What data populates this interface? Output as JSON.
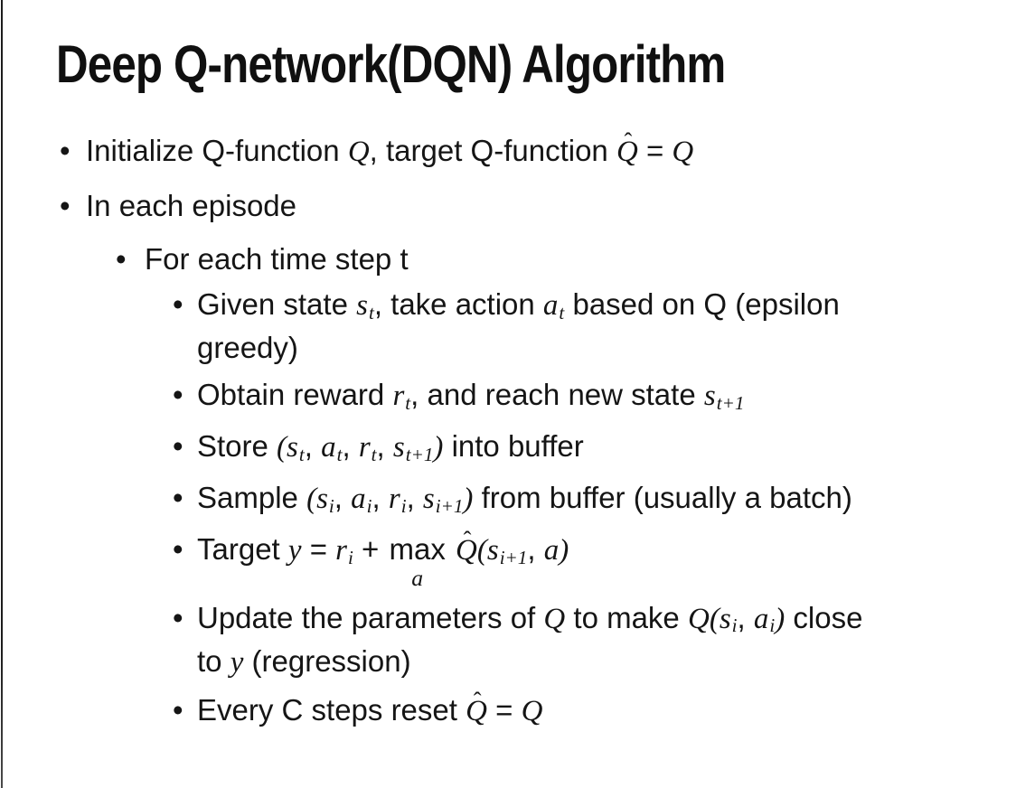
{
  "colors": {
    "background": "#ffffff",
    "text": "#151515",
    "edge_line": "#1c1c1c"
  },
  "slide": {
    "title": "Deep Q-network(DQN) Algorithm",
    "bullet_glyph": "•",
    "hat_glyph": "ˆ",
    "bullets": [
      {
        "level": 1,
        "segments": [
          {
            "k": "t",
            "v": "Initialize Q-function "
          },
          {
            "k": "m",
            "v": "Q"
          },
          {
            "k": "t",
            "v": ", target Q-function "
          },
          {
            "k": "hat",
            "v": "Q"
          },
          {
            "k": "t",
            "v": " = "
          },
          {
            "k": "m",
            "v": "Q"
          }
        ]
      },
      {
        "level": 1,
        "segments": [
          {
            "k": "t",
            "v": "In each episode"
          }
        ]
      },
      {
        "level": 2,
        "segments": [
          {
            "k": "t",
            "v": "For each time step t"
          }
        ]
      },
      {
        "level": 3,
        "segments": [
          {
            "k": "t",
            "v": "Given state "
          },
          {
            "k": "ms",
            "v": "s",
            "s": "t"
          },
          {
            "k": "t",
            "v": ", take action "
          },
          {
            "k": "ms",
            "v": "a",
            "s": "t"
          },
          {
            "k": "t",
            "v": " based on Q (epsilon"
          },
          {
            "k": "br"
          },
          {
            "k": "t",
            "v": "greedy)"
          }
        ]
      },
      {
        "level": 3,
        "segments": [
          {
            "k": "t",
            "v": "Obtain reward "
          },
          {
            "k": "ms",
            "v": "r",
            "s": "t"
          },
          {
            "k": "t",
            "v": ", and reach new state "
          },
          {
            "k": "ms",
            "v": "s",
            "s": "t+1"
          }
        ]
      },
      {
        "level": 3,
        "segments": [
          {
            "k": "t",
            "v": "Store "
          },
          {
            "k": "m",
            "v": "("
          },
          {
            "k": "ms",
            "v": "s",
            "s": "t"
          },
          {
            "k": "t",
            "v": ", "
          },
          {
            "k": "ms",
            "v": "a",
            "s": "t"
          },
          {
            "k": "t",
            "v": ", "
          },
          {
            "k": "ms",
            "v": "r",
            "s": "t"
          },
          {
            "k": "t",
            "v": ", "
          },
          {
            "k": "ms",
            "v": "s",
            "s": "t+1"
          },
          {
            "k": "m",
            "v": ")"
          },
          {
            "k": "t",
            "v": " into buffer"
          }
        ]
      },
      {
        "level": 3,
        "segments": [
          {
            "k": "t",
            "v": "Sample "
          },
          {
            "k": "m",
            "v": "("
          },
          {
            "k": "ms",
            "v": "s",
            "s": "i"
          },
          {
            "k": "t",
            "v": ", "
          },
          {
            "k": "ms",
            "v": "a",
            "s": "i"
          },
          {
            "k": "t",
            "v": ", "
          },
          {
            "k": "ms",
            "v": "r",
            "s": "i"
          },
          {
            "k": "t",
            "v": ", "
          },
          {
            "k": "ms",
            "v": "s",
            "s": "i+1"
          },
          {
            "k": "m",
            "v": ")"
          },
          {
            "k": "t",
            "v": " from buffer (usually a batch)"
          }
        ]
      },
      {
        "level": 3,
        "segments": [
          {
            "k": "t",
            "v": "Target "
          },
          {
            "k": "m",
            "v": "y"
          },
          {
            "k": "t",
            "v": " = "
          },
          {
            "k": "ms",
            "v": "r",
            "s": "i"
          },
          {
            "k": "t",
            "v": " + "
          },
          {
            "k": "stk",
            "top": "max",
            "bot": "a"
          },
          {
            "k": "t",
            "v": " "
          },
          {
            "k": "hat",
            "v": "Q"
          },
          {
            "k": "m",
            "v": "("
          },
          {
            "k": "ms",
            "v": "s",
            "s": "i+1"
          },
          {
            "k": "t",
            "v": ", "
          },
          {
            "k": "m",
            "v": "a"
          },
          {
            "k": "m",
            "v": ")"
          }
        ]
      },
      {
        "level": 3,
        "segments": [
          {
            "k": "t",
            "v": "Update the parameters of "
          },
          {
            "k": "m",
            "v": "Q"
          },
          {
            "k": "t",
            "v": " to make "
          },
          {
            "k": "m",
            "v": "Q"
          },
          {
            "k": "m",
            "v": "("
          },
          {
            "k": "ms",
            "v": "s",
            "s": "i"
          },
          {
            "k": "t",
            "v": ", "
          },
          {
            "k": "ms",
            "v": "a",
            "s": "i"
          },
          {
            "k": "m",
            "v": ")"
          },
          {
            "k": "t",
            "v": " close"
          },
          {
            "k": "br"
          },
          {
            "k": "t",
            "v": "to "
          },
          {
            "k": "m",
            "v": "y"
          },
          {
            "k": "t",
            "v": " (regression)"
          }
        ]
      },
      {
        "level": 3,
        "segments": [
          {
            "k": "t",
            "v": "Every C steps reset "
          },
          {
            "k": "hat",
            "v": "Q"
          },
          {
            "k": "t",
            "v": " = "
          },
          {
            "k": "m",
            "v": "Q"
          }
        ]
      }
    ]
  }
}
